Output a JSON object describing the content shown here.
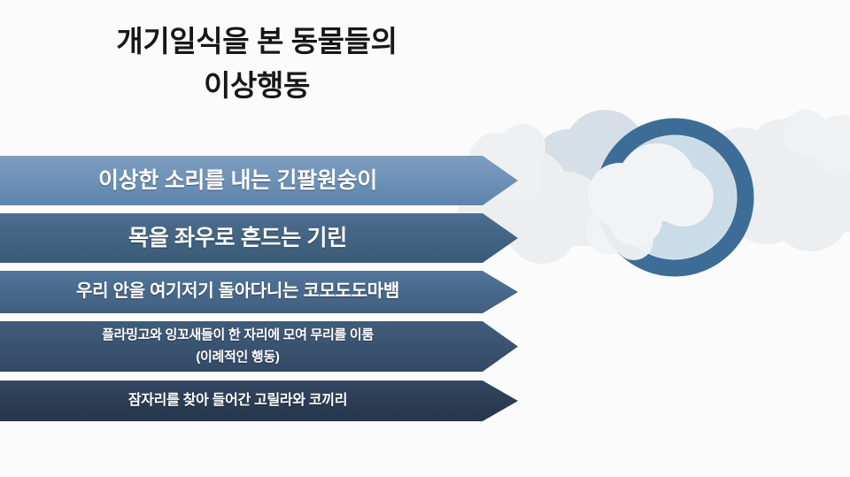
{
  "slide": {
    "background_color": "#fbfbfc",
    "title": {
      "line1": "개기일식을 본 동물들의",
      "line2": "이상행동",
      "color": "#171717"
    },
    "artwork": {
      "eclipse_ring_color": "#3d6d96",
      "eclipse_inner_color": "#c9dce8",
      "cloud_light_color": "#eceef0",
      "cloud_blue_color": "#ccd6e2"
    },
    "bars": [
      {
        "label": "이상한 소리를 내는 긴팔원숭이",
        "color": "#7093b8"
      },
      {
        "label": "목을 좌우로 흔드는 기린",
        "color": "#436483"
      },
      {
        "label": "우리 안을 여기저기 돌아다니는 코모도도마뱀",
        "color": "#49698c"
      },
      {
        "label": "플라밍고와 잉꼬새들이 한 자리에 모여 무리를 이룸\n(이례적인 행동)",
        "color": "#3a5370"
      },
      {
        "label": "잠자리를 찾아 들어간 고릴라와 코끼리",
        "color": "#2c3e55"
      }
    ]
  }
}
